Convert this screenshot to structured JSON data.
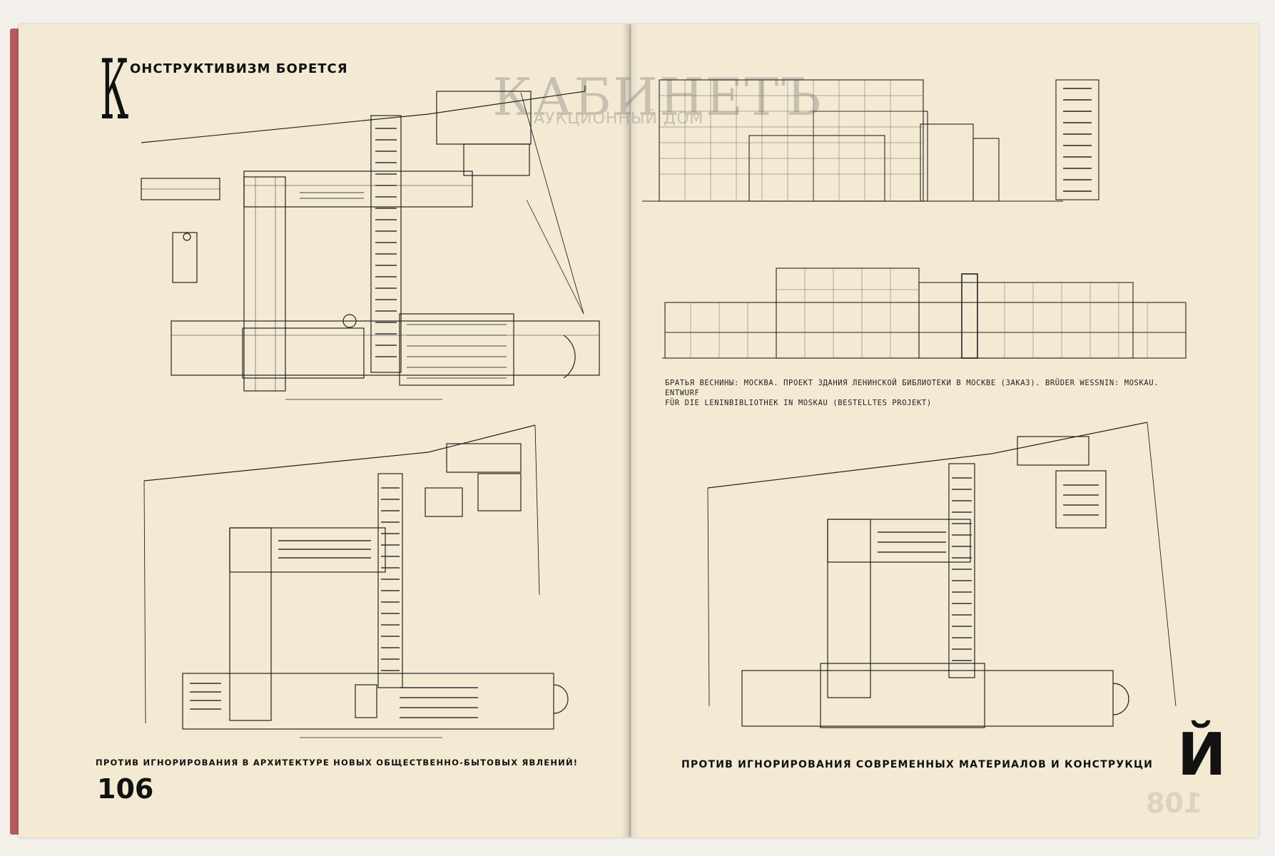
{
  "watermark": {
    "main": "КАБИНЕТЪ",
    "sub": "АУКЦИОННЫЙ ДОМ"
  },
  "left_page": {
    "title_initial": "К",
    "title_rest": "ОНСТРУКТИВИЗМ БОРЕТСЯ",
    "slogan": "ПРОТИВ ИГНОРИРОВАНИЯ В АРХИТЕКТУРЕ НОВЫХ ОБЩЕСТВЕННО-БЫТОВЫХ ЯВЛЕНИЙ!",
    "page_number": "106"
  },
  "right_page": {
    "caption_line1": "БРАТЬЯ ВЕСНИНЫ: МОСКВА. ПРОЕКТ ЗДАНИЯ ЛЕНИНСКОЙ БИБЛИОТЕКИ В МОСКВЕ (ЗАКАЗ). BRÜDER WESSNIN: MOSKAU. ENTWURF",
    "caption_line2": "FÜR DIE LENINBIBLIOTHEK IN MOSKAU (BESTELLTES PROJEKT)",
    "slogan": "ПРОТИВ ИГНОРИРОВАНИЯ СОВРЕМЕННЫХ МАТЕРИАЛОВ И КОНСТРУКЦИ",
    "slogan_end": "Й",
    "ghost_page_number": "108"
  }
}
